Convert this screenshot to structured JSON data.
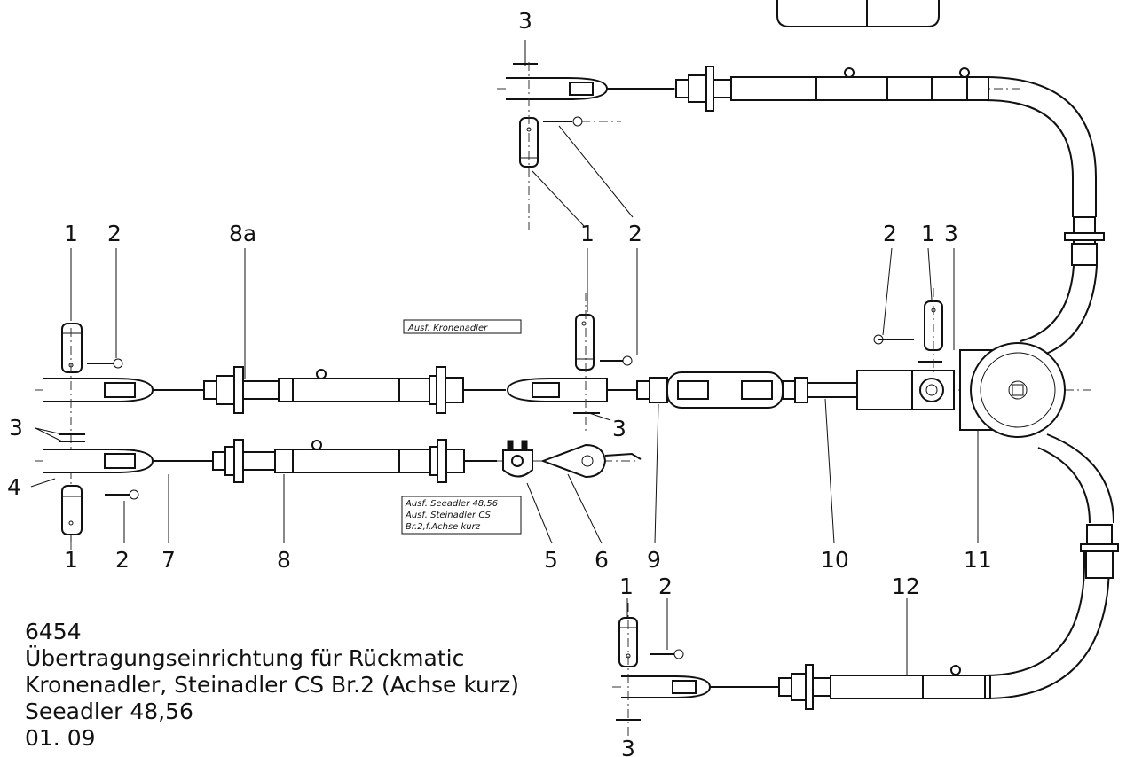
{
  "callouts": {
    "top_3": "3",
    "top_1": "1",
    "top_2": "2",
    "left_1": "1",
    "left_2": "2",
    "part_8a": "8a",
    "right_2": "2",
    "right_1": "1",
    "right_3": "3",
    "mid_3": "3",
    "left_3": "3",
    "left_4": "4",
    "bottom_1": "1",
    "bottom_2": "2",
    "part_7": "7",
    "part_8": "8",
    "part_5": "5",
    "part_6": "6",
    "part_9": "9",
    "part_10": "10",
    "part_11": "11",
    "lower_1": "1",
    "lower_2": "2",
    "part_12": "12",
    "lower_3": "3"
  },
  "notes": {
    "kronenadler": "Ausf. Kronenadler",
    "variant_line1": "Ausf. Seeadler 48,56",
    "variant_line2": "Ausf. Steinadler CS",
    "variant_line3": "Br.2,f.Achse kurz"
  },
  "caption": {
    "number": "6454",
    "title": "Übertragungseinrichtung für Rückmatic",
    "models_line1": "Kronenadler, Steinadler CS Br.2 (Achse kurz)",
    "models_line2": "Seeadler 48,56",
    "date": "01. 09"
  }
}
